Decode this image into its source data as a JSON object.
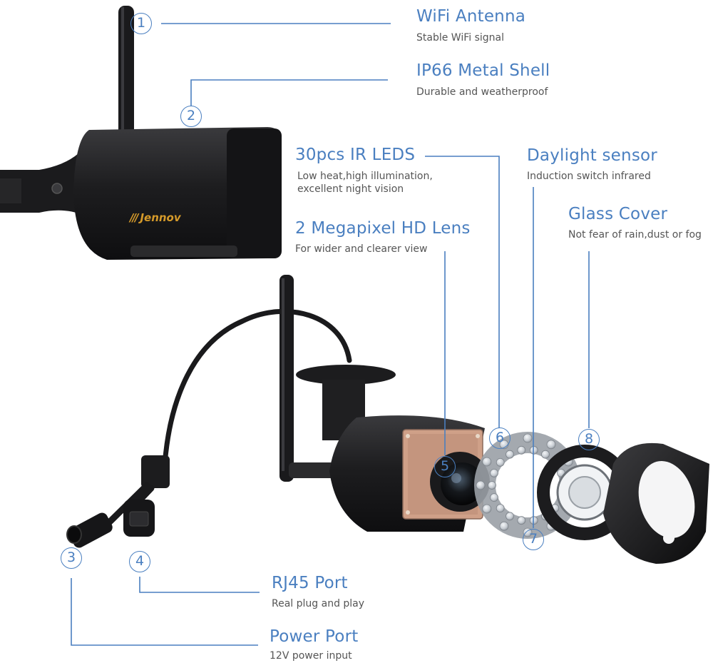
{
  "diagram": {
    "callouts": [
      {
        "id": "1",
        "title": "WiFi Antenna",
        "desc": [
          "Stable WiFi signal"
        ]
      },
      {
        "id": "2",
        "title": "IP66 Metal Shell",
        "desc": [
          "Durable and weatherproof"
        ]
      },
      {
        "id": "3",
        "title": "Power Port",
        "desc": [
          "12V power input"
        ]
      },
      {
        "id": "4",
        "title": "RJ45 Port",
        "desc": [
          "Real plug and play"
        ]
      },
      {
        "id": "5",
        "title": "2 Megapixel HD Lens",
        "desc": [
          "For wider and clearer view"
        ]
      },
      {
        "id": "6",
        "title": "30pcs IR LEDS",
        "desc": [
          "Low heat,high illumination,",
          "excellent night vision"
        ]
      },
      {
        "id": "7",
        "title": "Daylight sensor",
        "desc": [
          "Induction switch infrared"
        ]
      },
      {
        "id": "8",
        "title": "Glass Cover",
        "desc": [
          "Not fear of rain,dust or fog"
        ]
      }
    ],
    "brand": {
      "mark": "///",
      "name": "Jennov"
    },
    "colors": {
      "accent": "#4a7fc0",
      "desc_text": "#555555",
      "camera_body": "#1c1c1e",
      "brand": "#d59a2a"
    }
  }
}
